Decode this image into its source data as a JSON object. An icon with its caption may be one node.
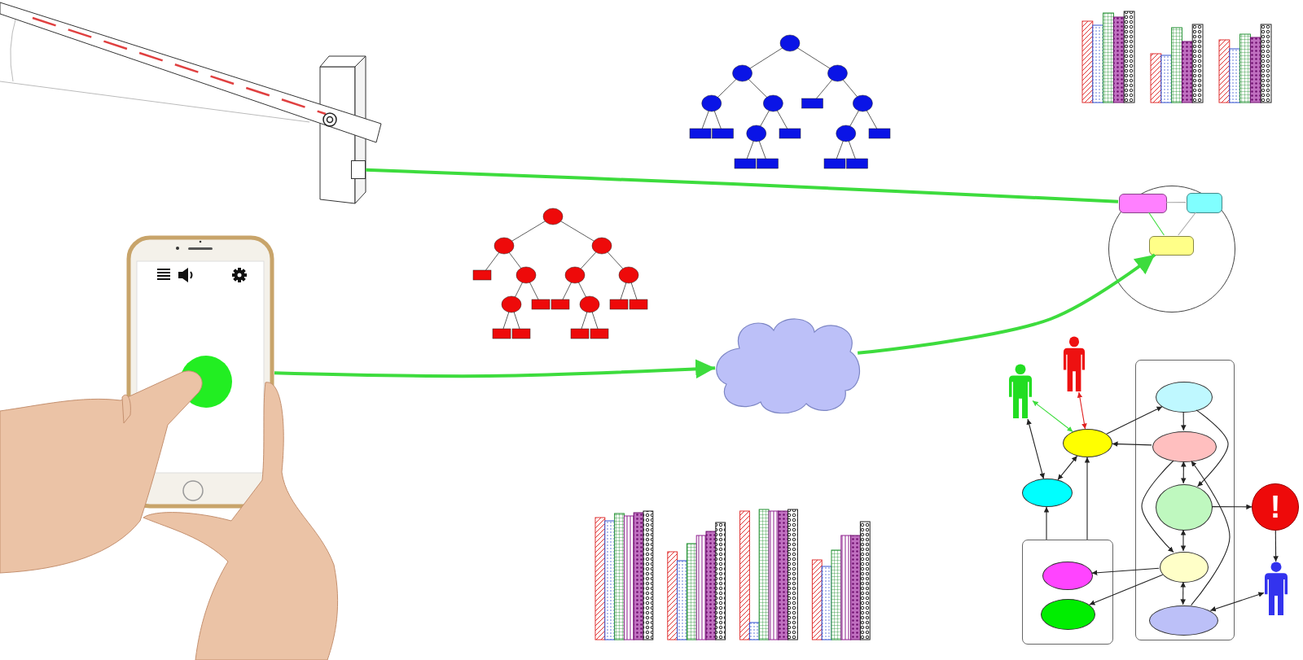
{
  "diagram": {
    "nodes": [
      {
        "text": [],
        "shape": "box"
      },
      {
        "text": [],
        "shape": "picture"
      },
      {
        "text": [],
        "shape": "cloud"
      },
      {
        "text": [],
        "shape": "circle"
      },
      {
        "text": [],
        "shape": "box",
        "in": 3
      },
      {
        "text": [],
        "shape": "box",
        "in": 3
      },
      {
        "text": [],
        "shape": "box",
        "in": 3
      },
      {
        "text": [],
        "shape": "person"
      },
      {
        "text": [],
        "shape": "person"
      },
      {
        "text": [],
        "shape": "ellipse"
      },
      {
        "text": [],
        "shape": "ellipse"
      },
      {
        "text": [],
        "shape": "box"
      },
      {
        "text": [],
        "shape": "ellipse",
        "in": 11
      },
      {
        "text": [],
        "shape": "ellipse",
        "in": 11
      },
      {
        "text": [],
        "shape": "box"
      },
      {
        "text": [],
        "shape": "ellipse",
        "in": 14
      },
      {
        "text": [],
        "shape": "ellipse",
        "in": 14
      },
      {
        "text": [],
        "shape": "ellipse",
        "in": 14
      },
      {
        "text": [],
        "shape": "ellipse",
        "in": 14
      },
      {
        "text": [],
        "shape": "ellipse",
        "in": 14
      },
      {
        "text": [
          "!"
        ]
      },
      {
        "text": [],
        "shape": "person"
      }
    ],
    "edges": [
      {
        "from": 0,
        "to": 4,
        "arrow": "none",
        "style": "thick",
        "color": "#3ddc3d"
      },
      {
        "from": 1,
        "to": 2,
        "arrow": "to",
        "style": "thick",
        "color": "#3ddc3d"
      },
      {
        "from": 2,
        "to": 6,
        "arrow": "to",
        "style": "thick",
        "color": "#3ddc3d"
      },
      {
        "from": 4,
        "to": 5,
        "arrow": "none",
        "color": "#aaaaaa"
      },
      {
        "from": 5,
        "to": 6,
        "arrow": "none",
        "color": "#aaaaaa"
      },
      {
        "from": 4,
        "to": 6,
        "arrow": "none",
        "color": "#3ddc3d"
      },
      {
        "from": 9,
        "to": 7,
        "arrow": "both",
        "color": "#3ddc3d"
      },
      {
        "from": 9,
        "to": 8,
        "arrow": "both",
        "color": "#e02020"
      },
      {
        "from": 7,
        "to": 10,
        "arrow": "both"
      },
      {
        "from": 9,
        "to": 10,
        "arrow": "both"
      },
      {
        "from": 11,
        "to": 10,
        "arrow": "to"
      },
      {
        "from": 11,
        "to": 9,
        "arrow": "to"
      },
      {
        "from": 9,
        "to": 15,
        "arrow": "to"
      },
      {
        "from": 16,
        "to": 9,
        "arrow": "to"
      },
      {
        "from": 15,
        "to": 16,
        "arrow": "to"
      },
      {
        "from": 15,
        "to": 17,
        "arrow": "to"
      },
      {
        "from": 16,
        "to": 17,
        "arrow": "both"
      },
      {
        "from": 16,
        "to": 18,
        "arrow": "to"
      },
      {
        "from": 17,
        "to": 18,
        "arrow": "both"
      },
      {
        "from": 19,
        "to": 16,
        "arrow": "to"
      },
      {
        "from": 18,
        "to": 19,
        "arrow": "both"
      },
      {
        "from": 18,
        "to": 12,
        "arrow": "to"
      },
      {
        "from": 18,
        "to": 13,
        "arrow": "to"
      },
      {
        "from": 17,
        "to": 20,
        "arrow": "to"
      },
      {
        "from": 20,
        "to": 21,
        "arrow": "to"
      },
      {
        "from": 19,
        "to": 21,
        "arrow": "both"
      }
    ]
  }
}
